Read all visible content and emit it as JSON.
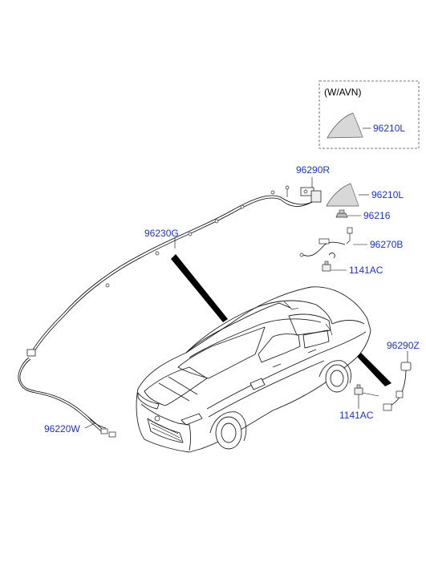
{
  "diagram": {
    "inset_title": "(W/AVN)",
    "part_labels": {
      "antenna_avn": "96210L",
      "antenna": "96210L",
      "bracket_rear": "96290R",
      "nut": "96216",
      "cable_rear": "96270B",
      "bolt_rear": "1141AC",
      "roof_cable": "96230G",
      "main_cable": "96220W",
      "bracket_side": "96290Z",
      "bolt_side": "1141AC"
    }
  }
}
